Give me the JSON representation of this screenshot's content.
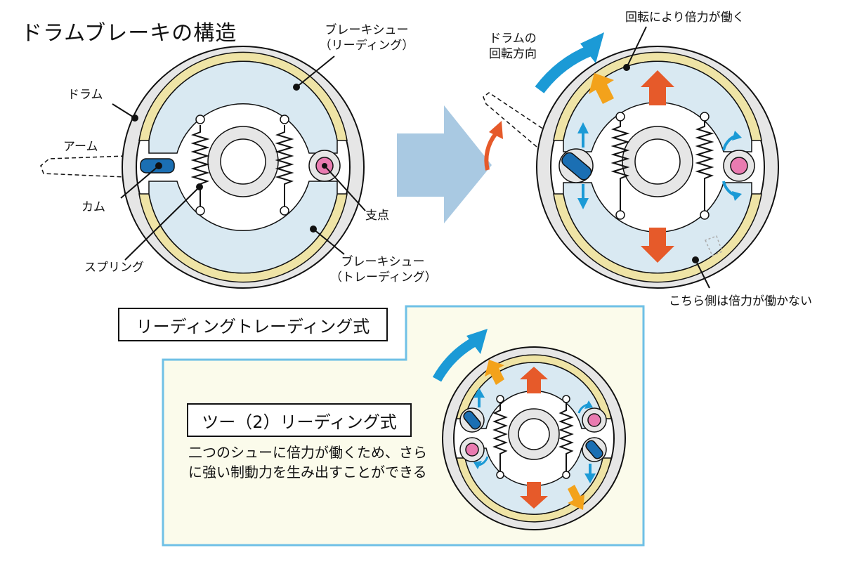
{
  "title": "ドラムブレーキの構造",
  "labels": {
    "drum": "ドラム",
    "arm": "アーム",
    "cam": "カム",
    "spring": "スプリング",
    "leading_shoe_line1": "ブレーキシュー",
    "leading_shoe_line2": "（リーディング）",
    "trailing_shoe_line1": "ブレーキシュー",
    "trailing_shoe_line2": "（トレーディング）",
    "pivot": "支点",
    "rotation_line1": "ドラムの",
    "rotation_line2": "回転方向",
    "servo_works": "回転により倍力が働く",
    "servo_not_works": "こちら側は倍力が働かない"
  },
  "types": {
    "leading_trailing": "リーディングトレーディング式",
    "two_leading": "ツー（2）リーディング式",
    "two_leading_desc": "二つのシューに倍力が働くため、さらに強い制動力を生み出すことができる"
  },
  "colors": {
    "rotation_blue": "#1b9ad6",
    "force_red": "#e65a2a",
    "force_orange": "#f3a21b",
    "shoe_lining": "#efe4a6",
    "backing_plate": "#d9e9f2",
    "pivot_pink": "#e97bb0",
    "panel_bg": "#fbfbeb",
    "panel_border": "#6fc0e6"
  }
}
